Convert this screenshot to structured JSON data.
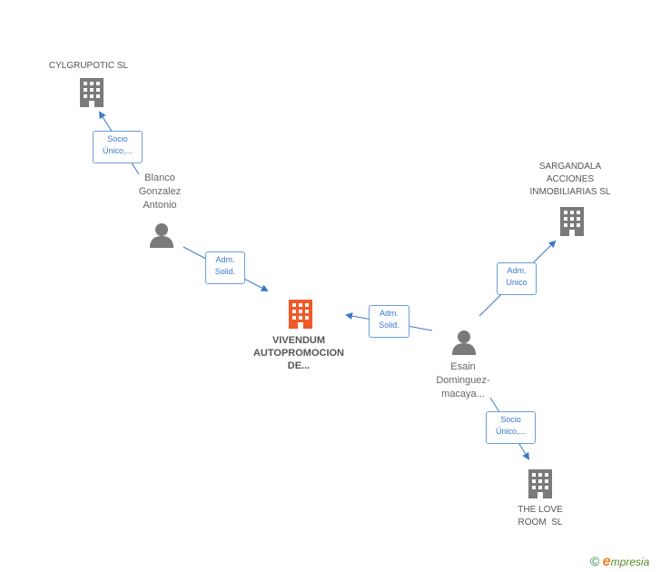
{
  "nodes": {
    "cylgrupotic": {
      "label": "CYLGRUPOTIC SL"
    },
    "sargandala": {
      "label_lines": [
        "SARGANDALA",
        "ACCIONES",
        "INMOBILIARIAS SL"
      ]
    },
    "vivendum": {
      "label_lines": [
        "VIVENDUM",
        "AUTOPROMOCION",
        "DE..."
      ]
    },
    "thelove": {
      "label_lines": [
        "THE LOVE",
        "ROOM  SL"
      ]
    },
    "blanco": {
      "label_lines": [
        "Blanco",
        "Gonzalez",
        "Antonio"
      ]
    },
    "esain": {
      "label_lines": [
        "Esain",
        "Dominguez-",
        "macaya..."
      ]
    }
  },
  "edges": {
    "blanco_cyl": {
      "lines": [
        "Socio",
        "Único,..."
      ]
    },
    "blanco_viv": {
      "lines": [
        "Adm.",
        "Solid."
      ]
    },
    "esain_viv": {
      "lines": [
        "Adm.",
        "Solid."
      ]
    },
    "esain_sarg": {
      "lines": [
        "Adm.",
        "Unico"
      ]
    },
    "esain_love": {
      "lines": [
        "Socio",
        "Único,..."
      ]
    }
  },
  "colors": {
    "main_company": "#f05a28",
    "company": "#7a7a7a",
    "person": "#7a7a7a",
    "edge": "#3a78c9"
  },
  "brand": {
    "symbol": "©",
    "e": "e",
    "rest": "mpresia"
  }
}
